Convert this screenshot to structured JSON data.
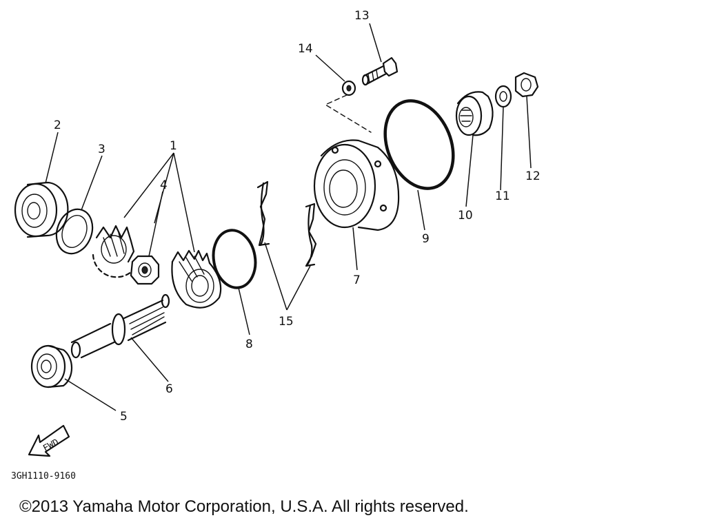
{
  "callouts": [
    {
      "id": "1",
      "label": "1"
    },
    {
      "id": "2",
      "label": "2"
    },
    {
      "id": "3",
      "label": "3"
    },
    {
      "id": "4",
      "label": "4"
    },
    {
      "id": "5",
      "label": "5"
    },
    {
      "id": "6",
      "label": "6"
    },
    {
      "id": "7",
      "label": "7"
    },
    {
      "id": "8",
      "label": "8"
    },
    {
      "id": "9",
      "label": "9"
    },
    {
      "id": "10",
      "label": "10"
    },
    {
      "id": "11",
      "label": "11"
    },
    {
      "id": "12",
      "label": "12"
    },
    {
      "id": "13",
      "label": "13"
    },
    {
      "id": "14",
      "label": "14"
    },
    {
      "id": "15",
      "label": "15"
    }
  ],
  "fwd_label": "FWD",
  "diagram_code": "3GH1110-9160",
  "copyright": "©2013 Yamaha Motor Corporation, U.S.A. All rights reserved."
}
